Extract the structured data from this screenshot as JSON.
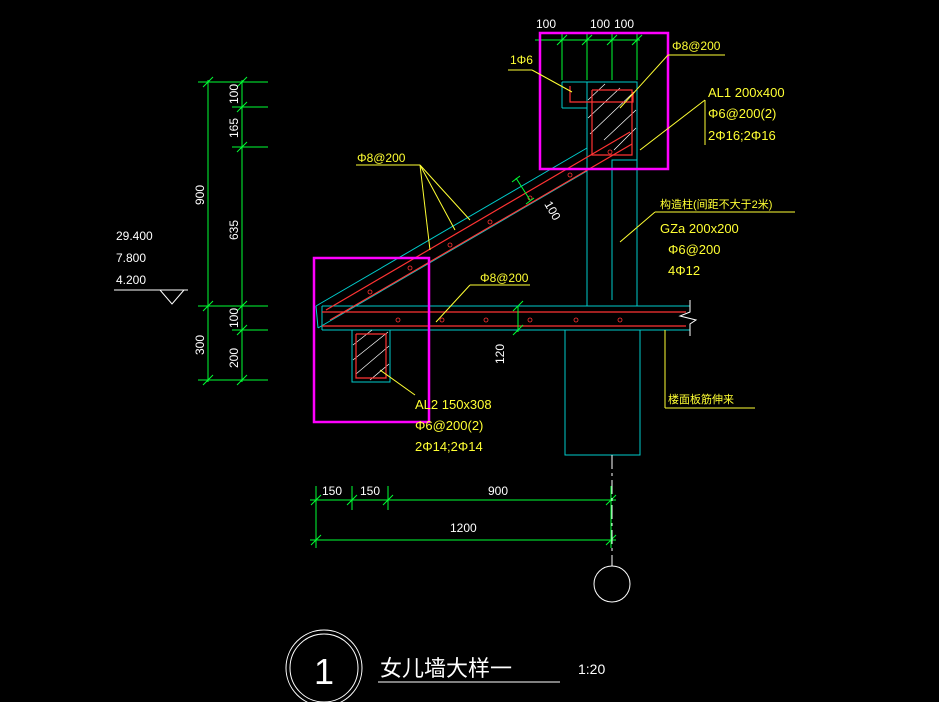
{
  "colors": {
    "background": "#000000",
    "dimension": "#00ff33",
    "outline": "#00cccc",
    "rebar": "#ff3333",
    "highlight": "#ff00ff",
    "annotation": "#ffff33",
    "text": "#ffffff"
  },
  "dimensions": {
    "top": [
      "100",
      "100",
      "100"
    ],
    "left": [
      "100",
      "165",
      "635",
      "100",
      "200"
    ],
    "left_totals": [
      "900",
      "300"
    ],
    "bottom": [
      "150",
      "150",
      "900"
    ],
    "bottom_total": "1200",
    "slope_thickness": "100",
    "beam_depth": "120"
  },
  "elevations": [
    "29.400",
    "7.800",
    "4.200"
  ],
  "annotations": {
    "top_bar": "1Φ6",
    "top_stirrup": "Φ8@200",
    "al1_title": "AL1 200x400",
    "al1_stirrup": "Φ6@200(2)",
    "al1_bars": "2Φ16;2Φ16",
    "slope_bar": "Φ8@200",
    "column_note": "构造柱(间距不大于2米)",
    "gz_title": "GZa 200x200",
    "gz_stirrup": "Φ6@200",
    "gz_bars": "4Φ12",
    "slab_bar": "Φ8@200",
    "slab_note": "楼面板筋伸来",
    "al2_title": "AL2 150x308",
    "al2_stirrup": "Φ6@200(2)",
    "al2_bars": "2Φ14;2Φ14"
  },
  "footer": {
    "detail_number": "1",
    "title": "女儿墙大样一",
    "scale": "1:20"
  }
}
